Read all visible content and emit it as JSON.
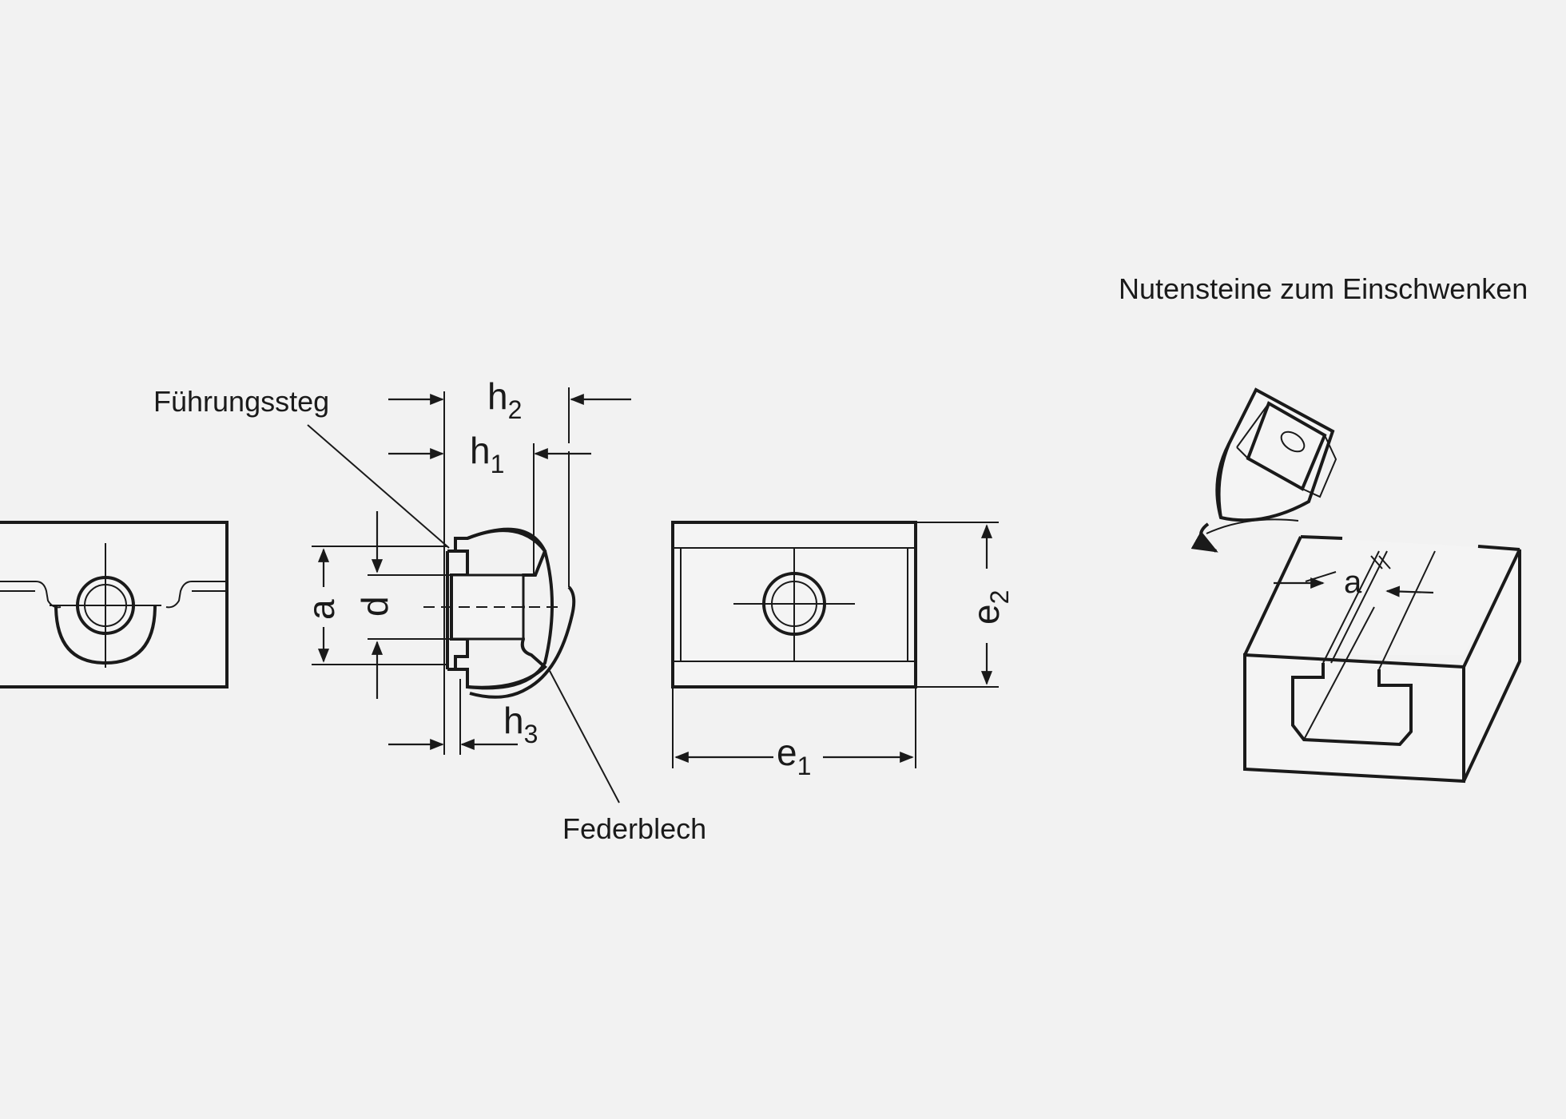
{
  "labels": {
    "fuehrungssteg": "Führungssteg",
    "federblech": "Federblech",
    "nutensteine": "Nutensteine zum Einschwenken"
  },
  "dimensions": {
    "h2": "h",
    "h2_sub": "2",
    "h1": "h",
    "h1_sub": "1",
    "h3": "h",
    "h3_sub": "3",
    "a": "a",
    "d": "d",
    "e1": "e",
    "e1_sub": "1",
    "e2": "e",
    "e2_sub": "2",
    "a_slot": "a"
  },
  "colors": {
    "line": "#1a1a1a",
    "background": "#f2f2f2",
    "face": "#f4f4f4"
  }
}
